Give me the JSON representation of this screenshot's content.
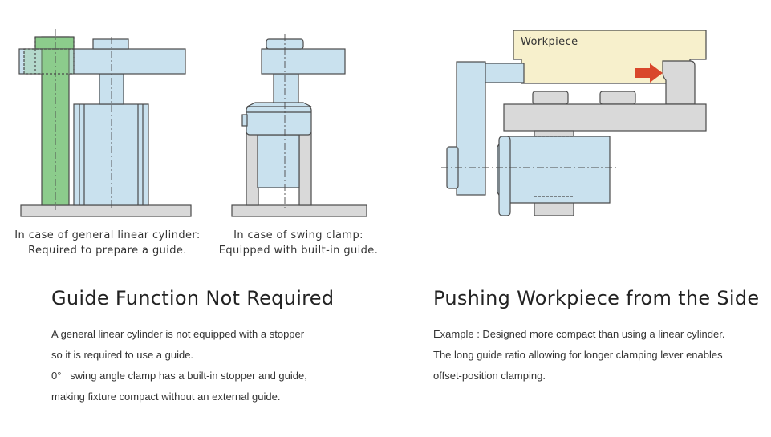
{
  "left_figures": {
    "general_cylinder_caption": [
      "In case of general linear cylinder:",
      "Required to prepare a guide."
    ],
    "swing_clamp_caption": [
      "In case of swing clamp:",
      "Equipped with built-in guide."
    ]
  },
  "right_figure": {
    "workpiece_label": "Workpiece"
  },
  "guide_section": {
    "heading": "Guide Function Not Required",
    "lines": [
      "A general linear cylinder is not equipped with a stopper",
      "so it is required to use a guide.",
      "0°   swing angle clamp has a built-in stopper and guide,",
      "making fixture compact without an external guide."
    ]
  },
  "push_section": {
    "heading": "Pushing Workpiece from the Side",
    "lines": [
      "Example : Designed more compact than using a linear cylinder.",
      "The long guide ratio allowing for longer clamping lever enables",
      "offset-position clamping."
    ]
  },
  "colors": {
    "part_blue": "#c9e1ee",
    "guide_green": "#8ccc8c",
    "base_gray": "#d9d9d9",
    "workpiece_yellow": "#f7f0cc",
    "push_arrow": "#d9472b",
    "outline": "#4a4a4a"
  },
  "icons": [
    "push-arrow-icon"
  ]
}
